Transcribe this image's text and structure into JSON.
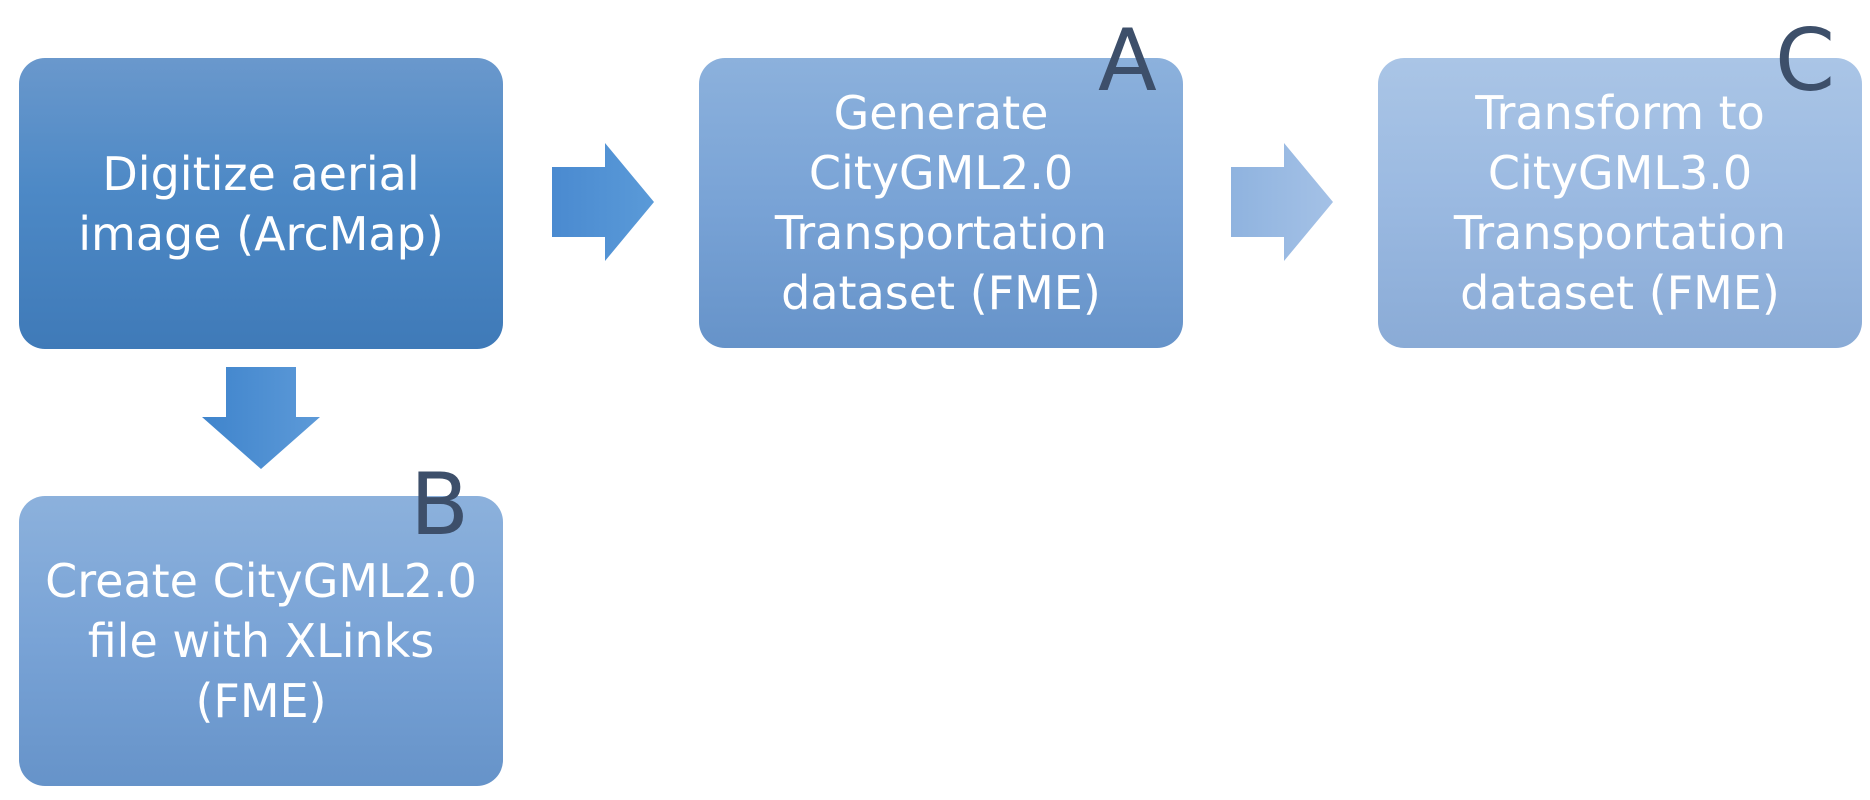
{
  "steps": [
    {
      "id": "digitize",
      "text": "Digitize aerial\nimage (ArcMap)",
      "marker": ""
    },
    {
      "id": "generate",
      "text": "Generate\nCityGML2.0\nTransportation\ndataset (FME)",
      "marker": "A"
    },
    {
      "id": "transform",
      "text": "Transform to\nCityGML3.0\nTransportation\ndataset (FME)",
      "marker": "C"
    },
    {
      "id": "create",
      "text": "Create CityGML2.0\nfile with XLinks\n(FME)",
      "marker": "B"
    }
  ],
  "colors": {
    "box_dark": "#4d89c6",
    "box_medium": "#79a3d6",
    "box_light": "#9ab9e1",
    "marker": "#3d4f6a",
    "text": "#ffffff"
  }
}
